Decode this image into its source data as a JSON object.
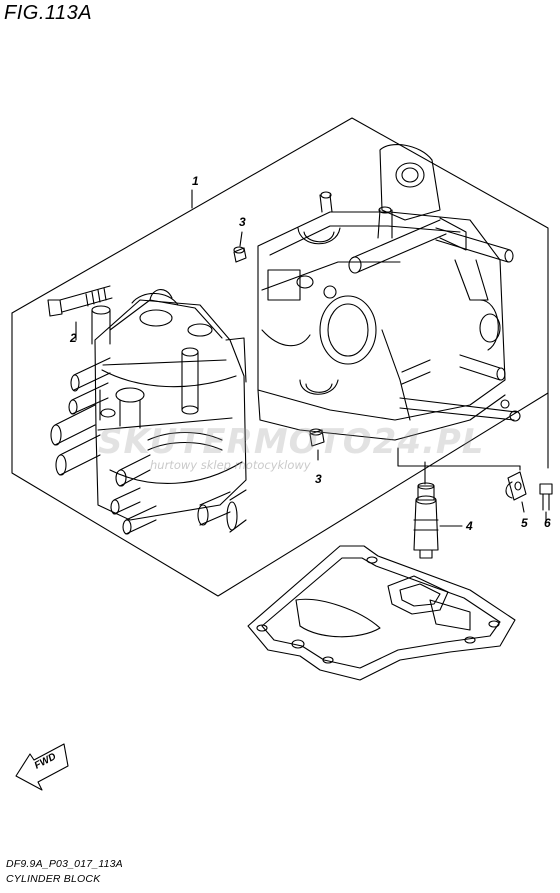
{
  "figure": {
    "title": "FIG.113A"
  },
  "captions": {
    "code": "DF9.9A_P03_017_113A",
    "name": "CYLINDER BLOCK"
  },
  "callouts": [
    "1",
    "2",
    "3",
    "3",
    "4",
    "5",
    "6"
  ],
  "arrow": {
    "label": "FWD"
  },
  "watermark": {
    "brand": "SKUTERMOTO24.PL",
    "tagline": "hurtowy sklep motocyklowy"
  },
  "colors": {
    "line": "#000000",
    "watermark": "#d6d6d6",
    "watermark_accent": "#e8b0b0"
  }
}
